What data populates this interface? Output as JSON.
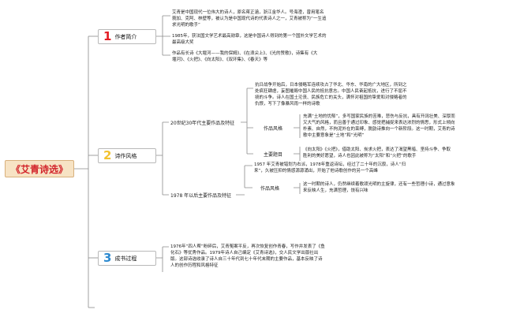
{
  "root": {
    "title": "《艾青诗选》"
  },
  "colors": {
    "red": "#e31d24",
    "yellow": "#f2c230",
    "blue": "#2d8ad0",
    "line": "#888888"
  },
  "branches": [
    {
      "number": "1",
      "label": "作者简介",
      "items": [
        [
          "艾青是中国现代一位伟大的诗人，原名蒋正涵，浙江金华人。号海澄，曾用笔名",
          "莪加、克阿、林壁等，被认为是中国现代诗的代表诗人之一，艾青被称为“一生追",
          "求光明的歌手”"
        ],
        [
          "1985年，获法国文学艺术最高勋章，这是中国诗人得到的第一个国外文学艺术的",
          "最高级大奖"
        ],
        [
          "作品有长诗《大堰河——我的保姆》、《在浪尖上》、《光的赞歌》，诗集有《大",
          "堰河》、《火把》、《向太阳》、《双环集》、《春天》等"
        ]
      ]
    },
    {
      "number": "2",
      "label": "诗作风格",
      "sub1": {
        "label": "20世纪30年代主要作品及特征",
        "intro": [
          "抗日战争开始后，日本侵略军连续攻占了华北、华东、华南的广大地区，所到之",
          "处疯狂肆虐，妄图摧毁中国人民的抵抗意志。中国人民奋起抵抗，进行了不屈不",
          "挠的斗争。诗人在国土沦丧、民族危亡的关头，满怀对祖国的挚爱和对侵略者的",
          "仇恨，写下了像暴风雨一样的诗歌"
        ],
        "style_label": "作品风格",
        "style": [
          "充满“土地的忧郁”，多写国家民族的苦难，悲伤与反抗，具有开阔壮美、深厚而",
          "又大气的风格，而且善于通过印象、感觉把捕捉来表达浓烈的情思，形式上倾向",
          "朴素、自然，不拘泥外在的束缚，脱韵诗推向一个新阶段。这一时期，艾青的诗",
          "歌中主要意象是“土地”和“光明”"
        ],
        "theme_label": "主要题目",
        "theme": [
          "《向太阳》《火把》，借助太阳、炭求火把，表达了渴望黑暗、坚持斗争、争取",
          "胜利的美好愿望，诗人也因此被称为“太阳”和“火把”的歌手"
        ]
      },
      "sub2": {
        "label": "1978 年以后主要作品及特征",
        "intro": [
          "1957 年艾青被错划为右派，1978年重返诗坛，经过了二十年的沉寂，诗人“归",
          "来”，久被压抑的情感源源涌出，开始了他诗歌创作的另一个高峰"
        ],
        "style_label": "作品风格",
        "style": [
          "这一时期的诗人，仍然继续着歌颂光明的主旋律，还有一些哲理小诗，通过意象",
          "来反映人生，充满哲理，饶有兴味"
        ]
      }
    },
    {
      "number": "3",
      "label": "成书过程",
      "items": [
        [
          "1976年“四人帮”粉碎后，艾青冤案平反，再次恢复创作青春，写作并发表了《鱼",
          "化石》等优秀作品。1979年诗人自己编定《艾青诗选》，交人民文学出版社出",
          "版。这部诗选收录了诗人自三十年代到七十年代末期的主要作品，基本反映了诗",
          "人的创作历程和风格特征"
        ]
      ]
    }
  ]
}
